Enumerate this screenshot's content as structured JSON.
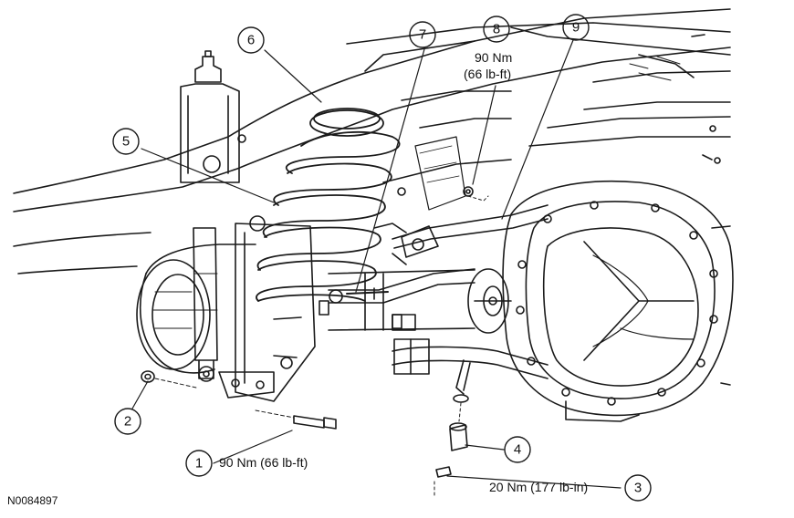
{
  "figure_id": "N0084897",
  "callouts": [
    {
      "number": "1",
      "torque": "90 Nm (66 lb-ft)"
    },
    {
      "number": "2"
    },
    {
      "number": "3",
      "torque": "20 Nm (177 lb-in)"
    },
    {
      "number": "4"
    },
    {
      "number": "5"
    },
    {
      "number": "6"
    },
    {
      "number": "7"
    },
    {
      "number": "8",
      "torque_line1": "90 Nm",
      "torque_line2": "(66 lb-ft)"
    },
    {
      "number": "9"
    }
  ]
}
